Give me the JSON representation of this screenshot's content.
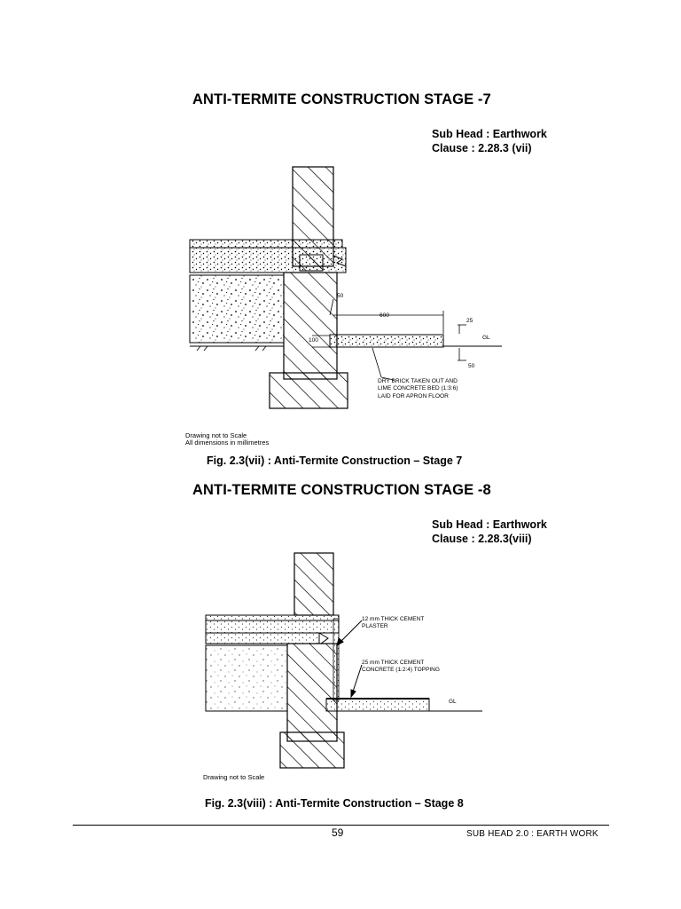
{
  "stage7": {
    "title": "ANTI-TERMITE CONSTRUCTION STAGE -7",
    "subhead": "Sub Head : Earthwork",
    "clause": "Clause : 2.28.3 (vii)",
    "dims": {
      "d50a": "50",
      "d600": "600",
      "d25": "25",
      "dGL": "GL",
      "d100": "100",
      "d50b": "50"
    },
    "callout": [
      "DRY BRICK TAKEN OUT AND",
      "LIME CONCRETE BED (1:3:6)",
      "LAID FOR APRON FLOOR"
    ],
    "note1": "Drawing not to Scale",
    "note2": "All dimensions in millimetres",
    "caption": "Fig. 2.3(vii) : Anti-Termite Construction – Stage 7"
  },
  "stage8": {
    "title": "ANTI-TERMITE CONSTRUCTION STAGE -8",
    "subhead": "Sub Head : Earthwork",
    "clause": "Clause : 2.28.3(viii)",
    "callout1": [
      "12 mm THICK CEMENT",
      "PLASTER"
    ],
    "callout2": [
      "25 mm THICK CEMENT",
      "CONCRETE (1:2:4) TOPPING"
    ],
    "gl": "GL",
    "note": "Drawing not to Scale",
    "caption": "Fig. 2.3(viii) : Anti-Termite Construction – Stage 8"
  },
  "footer": {
    "page_number": "59",
    "running_head": "SUB HEAD 2.0 : EARTH WORK"
  }
}
